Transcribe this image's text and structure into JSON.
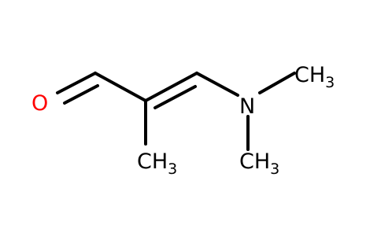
{
  "molecule": {
    "atoms": {
      "oxygen": {
        "symbol": "O",
        "color": "#ff0000"
      },
      "nitrogen": {
        "symbol": "N",
        "color": "#000000"
      },
      "methyl_top_right": {
        "symbol": "CH",
        "subscript": "3",
        "color": "#000000"
      },
      "methyl_bottom_right": {
        "symbol": "CH",
        "subscript": "3",
        "color": "#000000"
      },
      "methyl_bottom_center": {
        "symbol": "CH",
        "subscript": "3",
        "color": "#000000"
      }
    },
    "bond_color": "#000000"
  }
}
